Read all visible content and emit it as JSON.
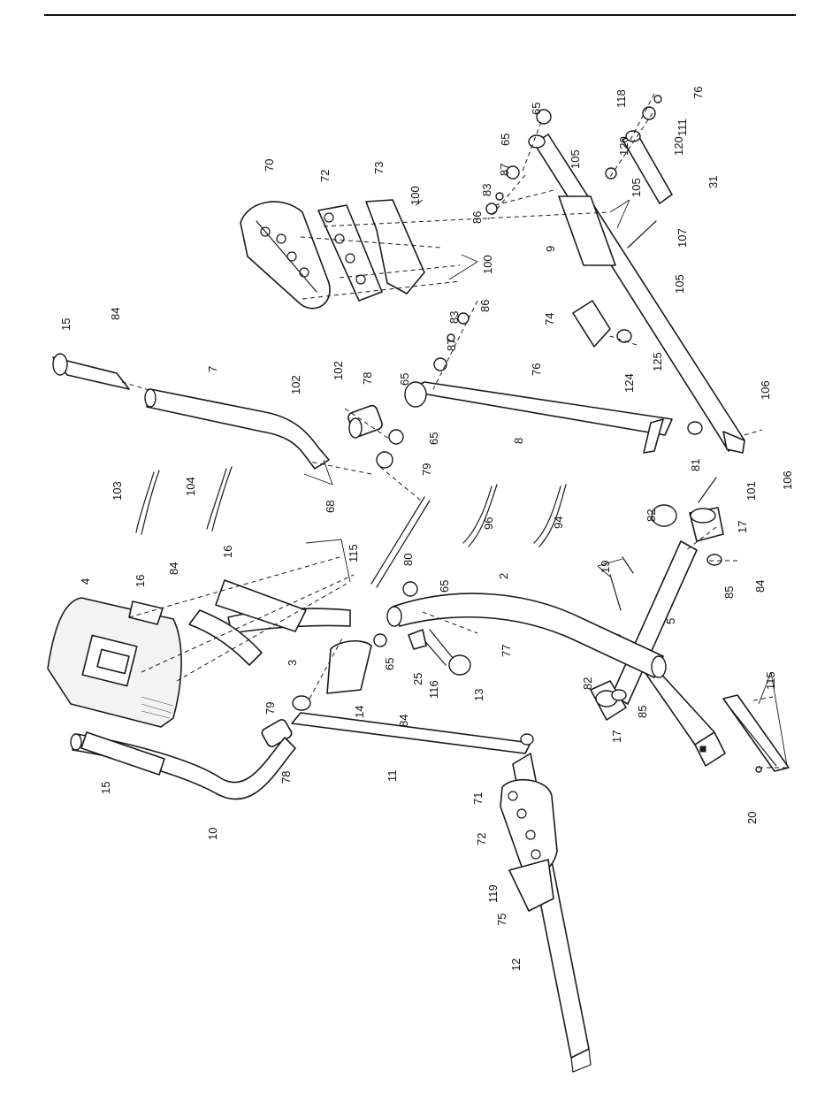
{
  "labels": [
    {
      "id": "p2",
      "text": "2"
    },
    {
      "id": "p3",
      "text": "3"
    },
    {
      "id": "p4",
      "text": "4"
    },
    {
      "id": "p5",
      "text": "5"
    },
    {
      "id": "p7",
      "text": "7"
    },
    {
      "id": "p8",
      "text": "8"
    },
    {
      "id": "p9",
      "text": "9"
    },
    {
      "id": "p10",
      "text": "10"
    },
    {
      "id": "p11",
      "text": "11"
    },
    {
      "id": "p12",
      "text": "12"
    },
    {
      "id": "p13",
      "text": "13"
    },
    {
      "id": "p14",
      "text": "14"
    },
    {
      "id": "p15a",
      "text": "15"
    },
    {
      "id": "p15b",
      "text": "15"
    },
    {
      "id": "p16a",
      "text": "16"
    },
    {
      "id": "p16b",
      "text": "16"
    },
    {
      "id": "p17a",
      "text": "17"
    },
    {
      "id": "p17b",
      "text": "17"
    },
    {
      "id": "p19",
      "text": "19"
    },
    {
      "id": "p20",
      "text": "20"
    },
    {
      "id": "p25",
      "text": "25"
    },
    {
      "id": "p31",
      "text": "31"
    },
    {
      "id": "p65a",
      "text": "65"
    },
    {
      "id": "p65b",
      "text": "65"
    },
    {
      "id": "p65c",
      "text": "65"
    },
    {
      "id": "p65d",
      "text": "65"
    },
    {
      "id": "p65e",
      "text": "65"
    },
    {
      "id": "p65f",
      "text": "65"
    },
    {
      "id": "p68",
      "text": "68"
    },
    {
      "id": "p70",
      "text": "70"
    },
    {
      "id": "p71",
      "text": "71"
    },
    {
      "id": "p72a",
      "text": "72"
    },
    {
      "id": "p72b",
      "text": "72"
    },
    {
      "id": "p73",
      "text": "73"
    },
    {
      "id": "p74",
      "text": "74"
    },
    {
      "id": "p75",
      "text": "75"
    },
    {
      "id": "p76a",
      "text": "76"
    },
    {
      "id": "p76b",
      "text": "76"
    },
    {
      "id": "p77",
      "text": "77"
    },
    {
      "id": "p78a",
      "text": "78"
    },
    {
      "id": "p78b",
      "text": "78"
    },
    {
      "id": "p79a",
      "text": "79"
    },
    {
      "id": "p79b",
      "text": "79"
    },
    {
      "id": "p80",
      "text": "80"
    },
    {
      "id": "p81",
      "text": "81"
    },
    {
      "id": "p82a",
      "text": "82"
    },
    {
      "id": "p82b",
      "text": "82"
    },
    {
      "id": "p83a",
      "text": "83"
    },
    {
      "id": "p83b",
      "text": "83"
    },
    {
      "id": "p84a",
      "text": "84"
    },
    {
      "id": "p84b",
      "text": "84"
    },
    {
      "id": "p84c",
      "text": "84"
    },
    {
      "id": "p84d",
      "text": "84"
    },
    {
      "id": "p85a",
      "text": "85"
    },
    {
      "id": "p85b",
      "text": "85"
    },
    {
      "id": "p86a",
      "text": "86"
    },
    {
      "id": "p86b",
      "text": "86"
    },
    {
      "id": "p87a",
      "text": "87"
    },
    {
      "id": "p87b",
      "text": "87"
    },
    {
      "id": "p94",
      "text": "94"
    },
    {
      "id": "p96",
      "text": "96"
    },
    {
      "id": "p100a",
      "text": "100"
    },
    {
      "id": "p100b",
      "text": "100"
    },
    {
      "id": "p101",
      "text": "101"
    },
    {
      "id": "p102a",
      "text": "102"
    },
    {
      "id": "p102b",
      "text": "102"
    },
    {
      "id": "p103",
      "text": "103"
    },
    {
      "id": "p104",
      "text": "104"
    },
    {
      "id": "p105a",
      "text": "105"
    },
    {
      "id": "p105b",
      "text": "105"
    },
    {
      "id": "p105c",
      "text": "105"
    },
    {
      "id": "p106a",
      "text": "106"
    },
    {
      "id": "p106b",
      "text": "106"
    },
    {
      "id": "p107",
      "text": "107"
    },
    {
      "id": "p111",
      "text": "111"
    },
    {
      "id": "p115a",
      "text": "115"
    },
    {
      "id": "p115b",
      "text": "115"
    },
    {
      "id": "p116",
      "text": "116"
    },
    {
      "id": "p118",
      "text": "118"
    },
    {
      "id": "p119",
      "text": "119"
    },
    {
      "id": "p120a",
      "text": "120"
    },
    {
      "id": "p120b",
      "text": "120"
    },
    {
      "id": "p124",
      "text": "124"
    },
    {
      "id": "p125",
      "text": "125"
    }
  ]
}
